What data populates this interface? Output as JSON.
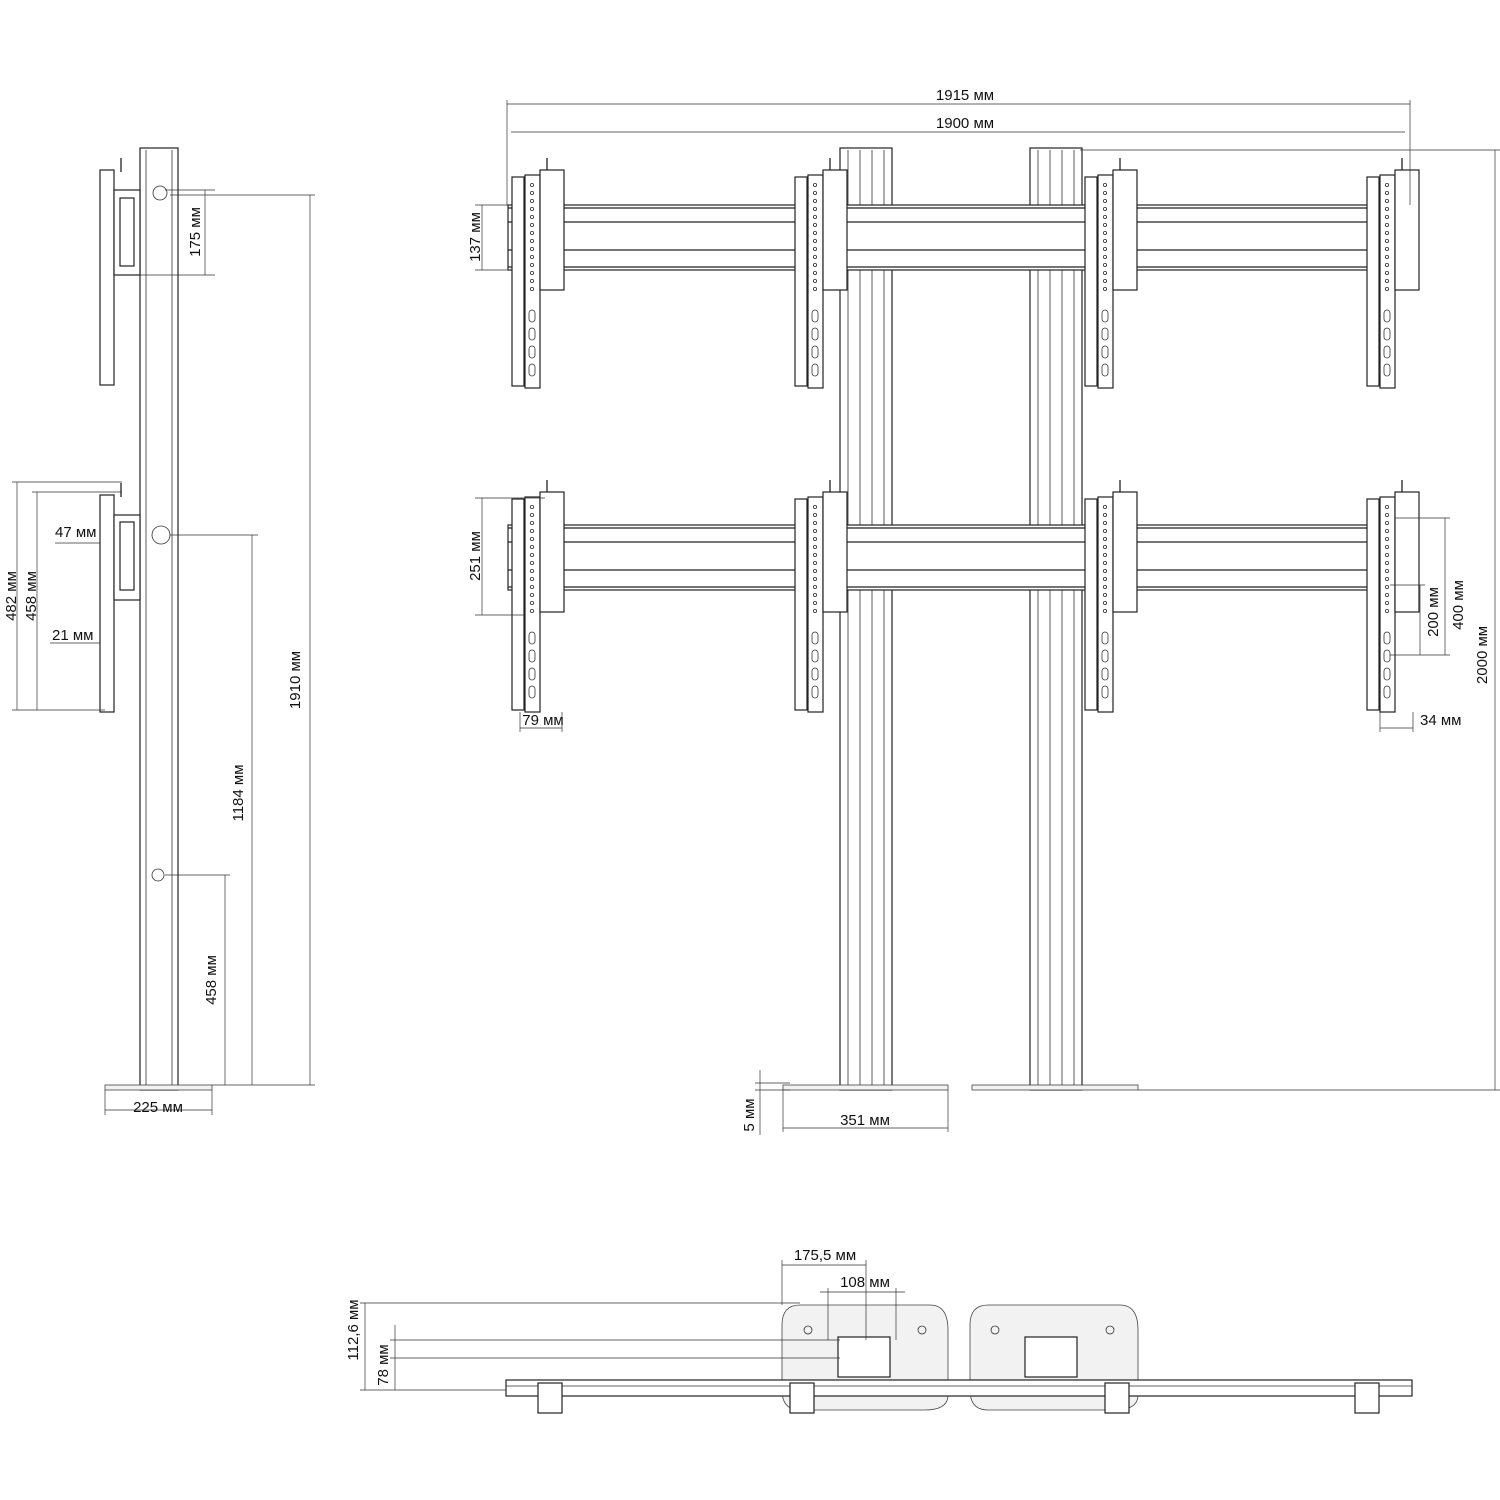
{
  "side_view": {
    "dim_175": "175 мм",
    "dim_47": "47 мм",
    "dim_482": "482 мм",
    "dim_458_bracket": "458 мм",
    "dim_21": "21 мм",
    "dim_1910": "1910 мм",
    "dim_1184": "1184 мм",
    "dim_458_lower": "458 мм",
    "dim_225": "225 мм"
  },
  "front_view": {
    "dim_1915": "1915 мм",
    "dim_1900": "1900 мм",
    "dim_137": "137 мм",
    "dim_251": "251 мм",
    "dim_79": "79 мм",
    "dim_200": "200 мм",
    "dim_400": "400 мм",
    "dim_2000": "2000 мм",
    "dim_34": "34 мм",
    "dim_5": "5 мм",
    "dim_351": "351 мм"
  },
  "top_view": {
    "dim_175_5": "175,5 мм",
    "dim_108": "108 мм",
    "dim_112_6": "112,6 мм",
    "dim_78": "78 мм"
  },
  "colors": {
    "line": "#222222",
    "base_fill": "#f2f2f2"
  }
}
